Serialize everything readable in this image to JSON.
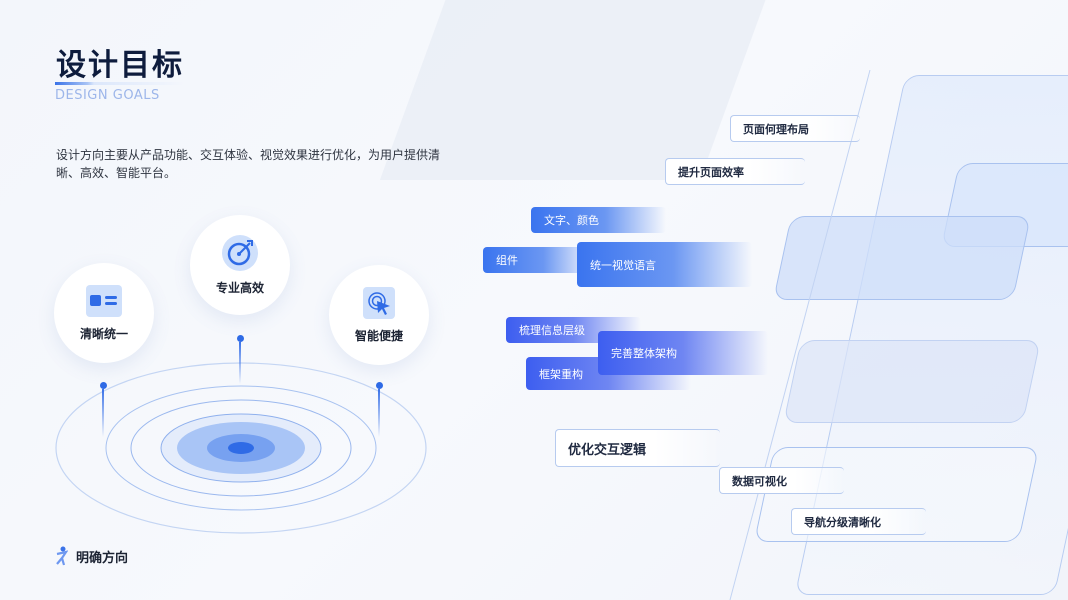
{
  "header": {
    "title": "设计目标",
    "subtitle": "DESIGN GOALS",
    "description": "设计方向主要从产品功能、交互体验、视觉效果进行优化，为用户提供清晰、高效、智能平台。"
  },
  "goals": [
    {
      "label": "清晰统一",
      "icon": "card-layout-icon"
    },
    {
      "label": "专业高效",
      "icon": "target-icon"
    },
    {
      "label": "智能便捷",
      "icon": "click-cursor-icon"
    }
  ],
  "footer": {
    "label": "明确方向",
    "icon": "runner-icon"
  },
  "tags": {
    "layout": "页面何理布局",
    "efficiency": "提升页面效率",
    "text_color": "文字、颜色",
    "component": "组件",
    "visual_language": "统一视觉语言",
    "info_hierarchy": "梳理信息层级",
    "architecture": "完善整体架构",
    "framework": "框架重构",
    "interaction": "优化交互逻辑",
    "data_viz": "数据可视化",
    "navigation": "导航分级清晰化"
  },
  "colors": {
    "accent": "#2f6be6",
    "title": "#0e1c3d"
  }
}
